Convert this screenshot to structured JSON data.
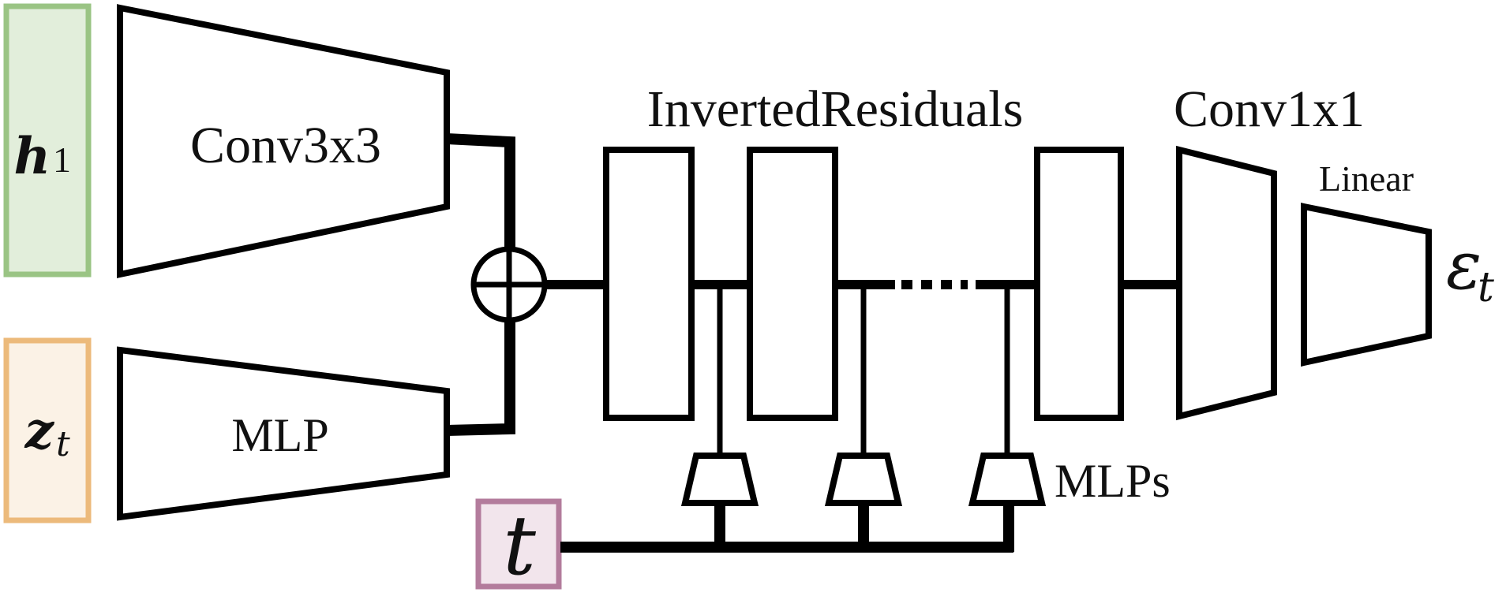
{
  "inputs": {
    "h1": {
      "symbol": "h",
      "subscript": "1",
      "fill": "#e2eedb",
      "border": "#9ac484"
    },
    "zt": {
      "symbol": "z",
      "subscript": "t",
      "fill": "#fbf2e6",
      "border": "#ecba7b"
    },
    "t": {
      "symbol": "t",
      "fill": "#f2e5ec",
      "border": "#b37c9c"
    }
  },
  "blocks": {
    "conv3x3": "Conv3x3",
    "mlp": "MLP",
    "inverted_residuals": "InvertedResiduals",
    "conv1x1": "Conv1x1",
    "linear": "Linear",
    "mlps": "MLPs"
  },
  "output": {
    "symbol": "ε",
    "subscript": "t"
  },
  "sum_node_icon": "circled-plus-icon",
  "ellipsis": "ellipsis-icon"
}
